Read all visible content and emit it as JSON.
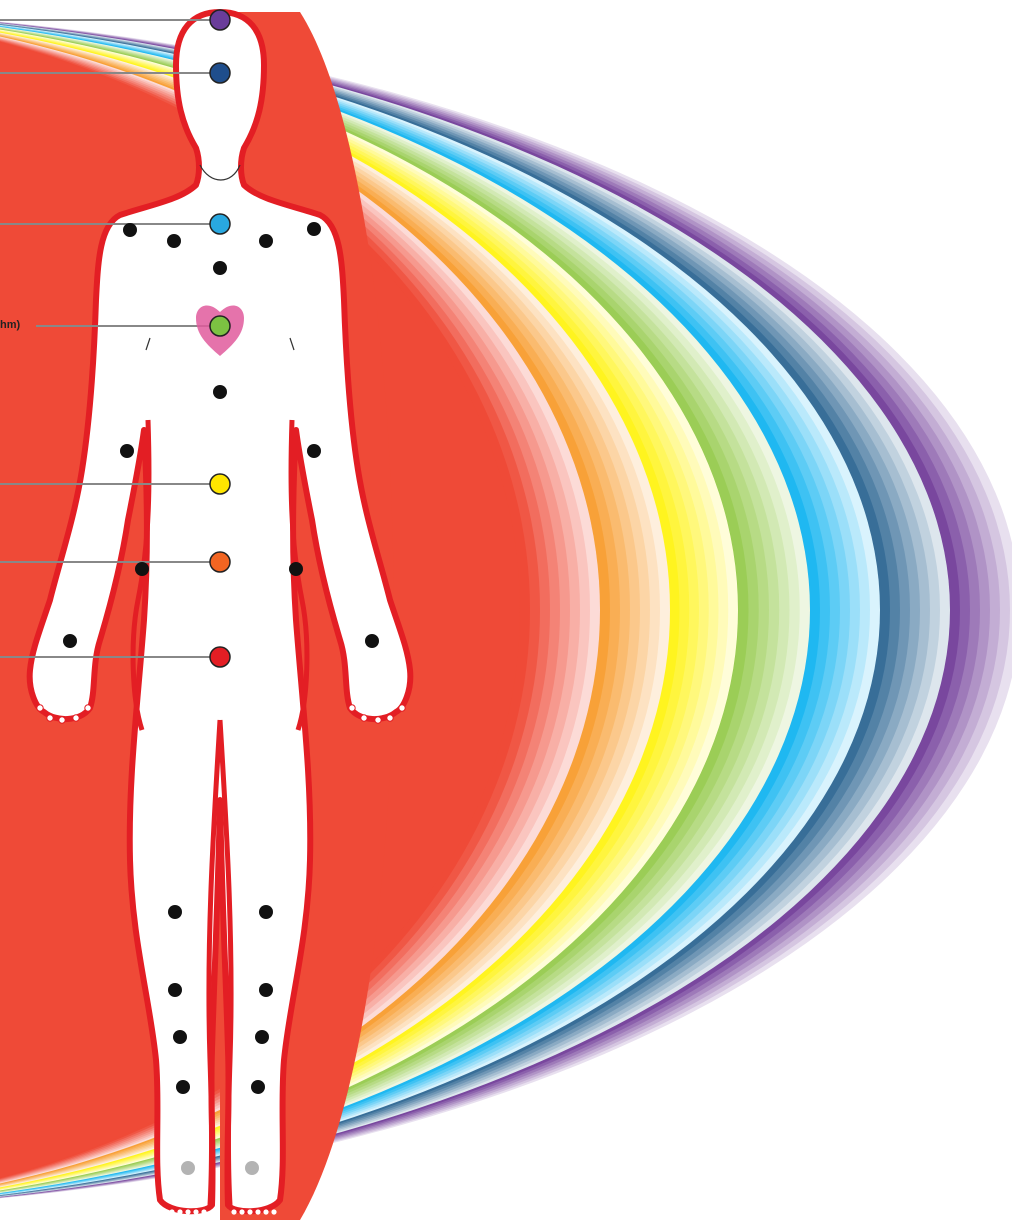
{
  "aura_layers": [
    {
      "name": "red-aura",
      "color": "#ef4a37"
    },
    {
      "name": "orange-aura",
      "color": "#f7941d"
    },
    {
      "name": "yellow-aura",
      "color": "#fff200"
    },
    {
      "name": "green-aura",
      "color": "#8dc63f"
    },
    {
      "name": "blue-aura",
      "color": "#00aeef"
    },
    {
      "name": "indigo-aura",
      "color": "#1c5a8a"
    },
    {
      "name": "violet-aura",
      "color": "#662d91"
    }
  ],
  "body": {
    "outline_color": "#e31e24",
    "fill_color": "#ffffff"
  },
  "chakras": [
    {
      "name": "crown",
      "color": "#6a3d9a",
      "label": ""
    },
    {
      "name": "third-eye",
      "color": "#1f4e8c",
      "label": ""
    },
    {
      "name": "throat",
      "color": "#29a8e0",
      "label": ""
    },
    {
      "name": "heart",
      "color": "#7cc242",
      "label": "hm)"
    },
    {
      "name": "solar-plexus",
      "color": "#ffe600",
      "label": ""
    },
    {
      "name": "sacral",
      "color": "#f26522",
      "label": ""
    },
    {
      "name": "root",
      "color": "#e31e24",
      "label": ""
    }
  ],
  "heart_symbol_color": "#e05a9c",
  "minor_point_color": "#111111",
  "foot_point_color": "#b3b3b3"
}
